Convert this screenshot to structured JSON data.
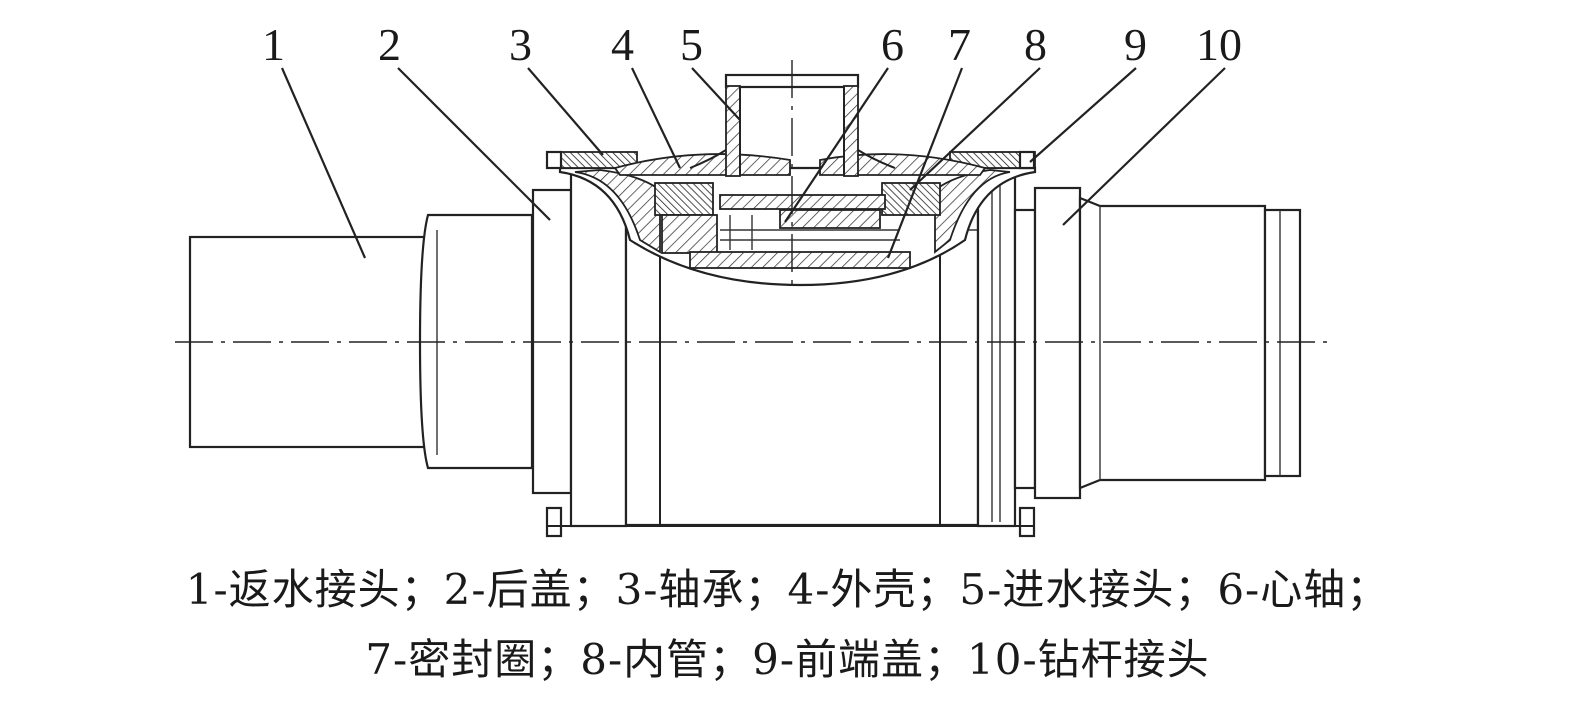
{
  "part_numbers": [
    "1",
    "2",
    "3",
    "4",
    "5",
    "6",
    "7",
    "8",
    "9",
    "10"
  ],
  "caption": {
    "line1": "1-返水接头；2-后盖；3-轴承；4-外壳；5-进水接头；6-心轴；",
    "line2": "7-密封圈；8-内管；9-前端盖；10-钻杆接头"
  }
}
